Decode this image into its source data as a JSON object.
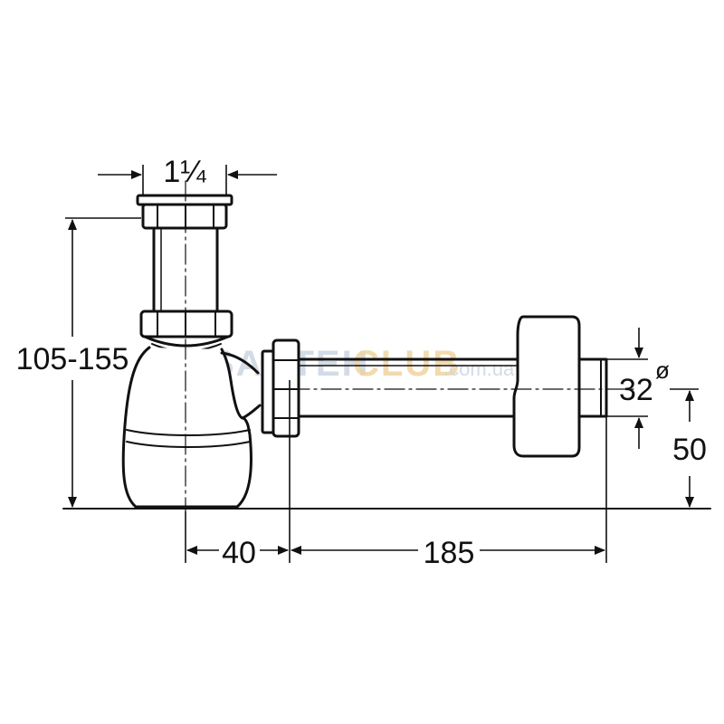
{
  "dimensions": {
    "inlet_thread": "1¼",
    "height_range": "105-155",
    "trap_to_outlet": "40",
    "outlet_length": "185",
    "outlet_diameter": "32",
    "diameter_symbol": "ø",
    "outlet_height": "50"
  },
  "watermark": {
    "part1": "SANTEH",
    "part2": "CLUB",
    "part3": ".com.ua"
  },
  "colors": {
    "line": "#111111",
    "watermark_blue": "#c9d3e0",
    "watermark_orange": "#efd4a0"
  }
}
